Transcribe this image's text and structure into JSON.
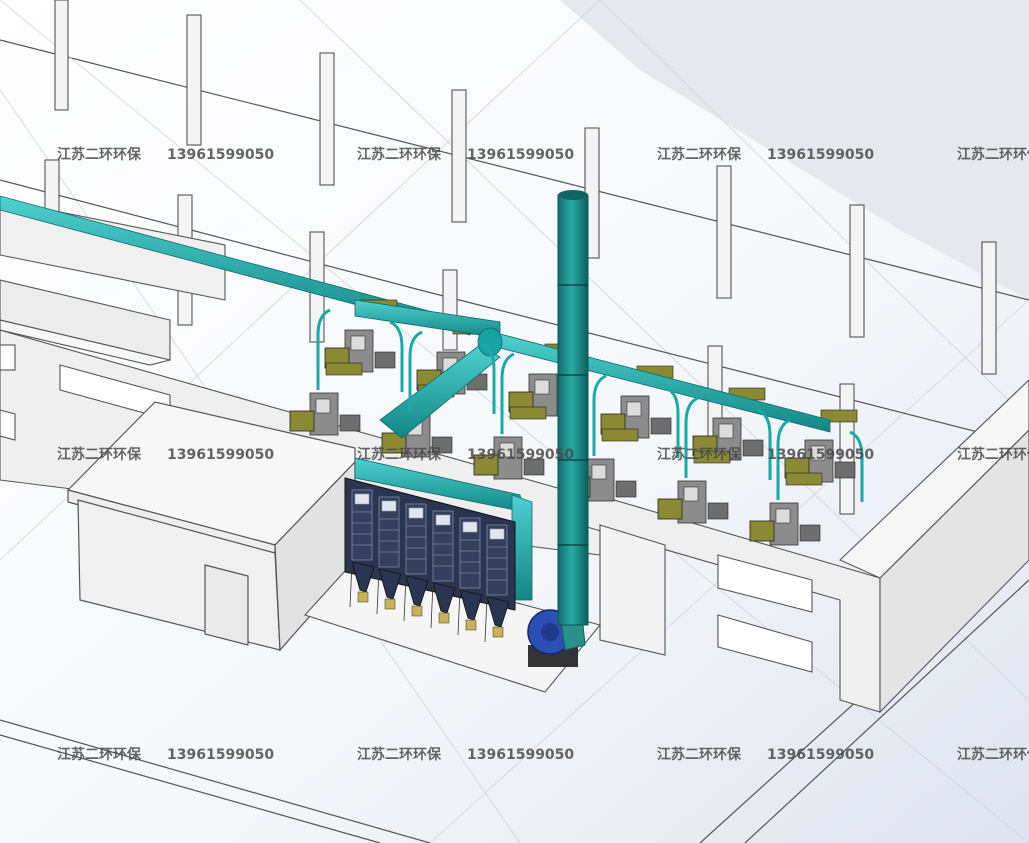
{
  "watermark": {
    "company": "江苏二环环保",
    "phone": "13961599050"
  },
  "scene": {
    "type": "3d-cad-isometric",
    "subject": "workshop dust collection system",
    "colors": {
      "duct": "#19a9a8",
      "duct_dark": "#0f7f7e",
      "stack": "#1e8e8c",
      "collector": "#27334f",
      "fan": "#2c4fb5",
      "machine_yellow": "#8a8a35",
      "machine_grey": "#8c8c8c",
      "building": "#f2f2f2",
      "edge": "#505050"
    }
  }
}
